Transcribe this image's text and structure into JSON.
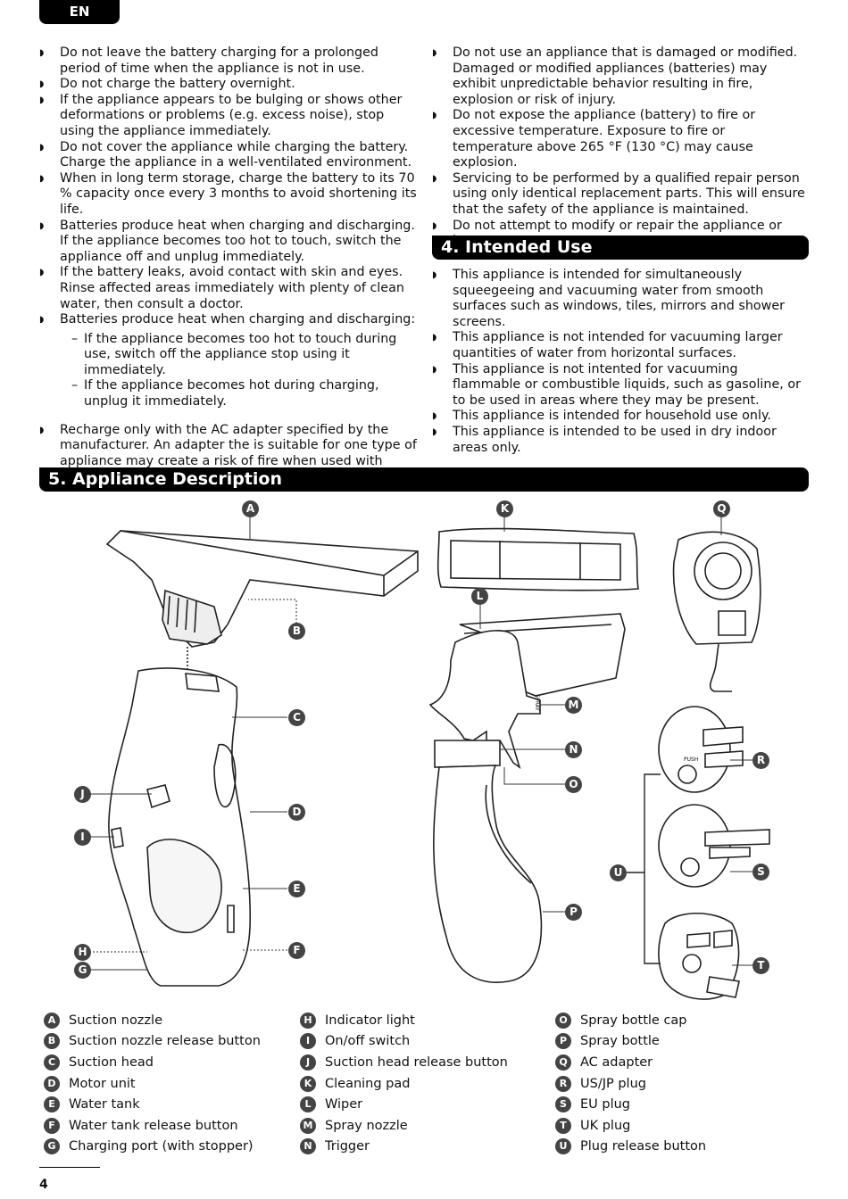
{
  "header": {
    "lang": "EN"
  },
  "left_col": {
    "items": [
      "Do not leave the battery charging for a prolonged period of time when the appliance is not in use.",
      "Do not charge the battery overnight.",
      "If the appliance appears to be bulging or shows other deformations or problems (e.g. excess noise), stop using the appliance immediately.",
      "Do not cover the appliance while charging the battery. Charge the appliance in a well-ventilated environment.",
      "When in long term storage, charge the battery to its 70 % capacity once every 3 months to avoid shortening its life.",
      "Batteries produce heat when charging and discharging. If the appliance becomes too hot to touch, switch the appliance off and unplug immediately.",
      "If the battery leaks, avoid contact with skin and eyes. Rinse affected areas immediately with plenty of clean water, then consult a doctor.",
      "Batteries produce heat when charging and discharging:"
    ],
    "sub_items": [
      "If the appliance becomes too hot to touch during use, switch off the appliance stop using it immediately.",
      "If the appliance becomes hot during charging, unplug it immediately."
    ],
    "last_item": "Recharge only with the AC adapter specified by the manufacturer. An adapter the is suitable for one type of appliance may create a risk of fire when used with another type of appliance."
  },
  "right_col": {
    "items": [
      "Do not use an appliance that is damaged or modified. Damaged or modified appliances (batteries) may exhibit unpredictable behavior resulting in fire, explosion or risk of injury.",
      "Do not expose the appliance (battery) to fire or excessive temperature. Exposure to fire or temperature above 265 °F (130 °C) may cause explosion.",
      "Servicing to be performed by a qualified repair person using only identical replacement parts. This will ensure that the safety of the appliance is maintained.",
      "Do not attempt to modify or repair the appliance or battery."
    ]
  },
  "intended_use": {
    "title": "4. Intended Use",
    "items": [
      "This appliance is intended for simultaneously squeegeeing and vacuuming water from smooth surfaces such as windows, tiles, mirrors and shower screens.",
      "This appliance is not intended for vacuuming larger quantities of water from horizontal surfaces.",
      "This appliance is not intented for vacuuming flammable or combustible liquids, such as gasoline, or to be used in areas where they may be present.",
      "This appliance is intended for household use only.",
      "This appliance is intended to be used in dry indoor areas only."
    ]
  },
  "appliance_description": {
    "title": "5. Appliance Description",
    "diagram_labels": {
      "push": "PUSH",
      "spray": "SPRAY"
    },
    "parts": [
      {
        "key": "A",
        "label": "Suction nozzle"
      },
      {
        "key": "B",
        "label": "Suction nozzle release button"
      },
      {
        "key": "C",
        "label": "Suction head"
      },
      {
        "key": "D",
        "label": "Motor unit"
      },
      {
        "key": "E",
        "label": "Water tank"
      },
      {
        "key": "F",
        "label": "Water tank release button"
      },
      {
        "key": "G",
        "label": "Charging port (with stopper)"
      },
      {
        "key": "H",
        "label": "Indicator light"
      },
      {
        "key": "I",
        "label": "On/off switch"
      },
      {
        "key": "J",
        "label": "Suction head release button"
      },
      {
        "key": "K",
        "label": "Cleaning pad"
      },
      {
        "key": "L",
        "label": "Wiper"
      },
      {
        "key": "M",
        "label": "Spray nozzle"
      },
      {
        "key": "N",
        "label": "Trigger"
      },
      {
        "key": "O",
        "label": "Spray bottle cap"
      },
      {
        "key": "P",
        "label": "Spray bottle"
      },
      {
        "key": "Q",
        "label": "AC adapter"
      },
      {
        "key": "R",
        "label": "US/JP plug"
      },
      {
        "key": "S",
        "label": "EU plug"
      },
      {
        "key": "T",
        "label": "UK plug"
      },
      {
        "key": "U",
        "label": "Plug release button"
      }
    ]
  },
  "footer": {
    "page": "4"
  }
}
